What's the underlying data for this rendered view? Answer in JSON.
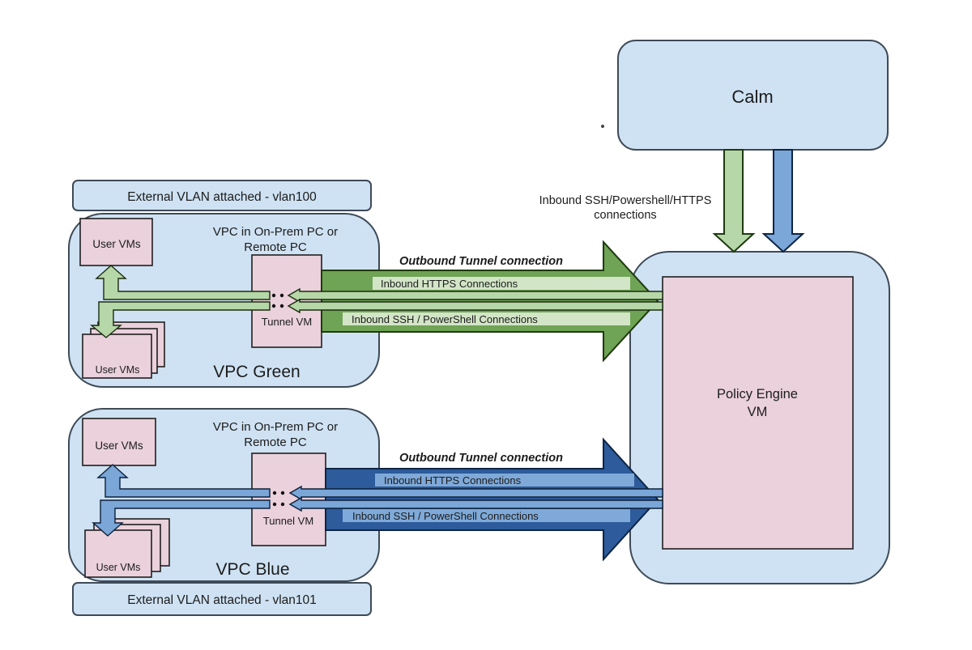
{
  "colors": {
    "container_fill": "#cfe2f3",
    "node_fill": "#ead1dc",
    "green_arrow": "#6fa355",
    "green_bar": "#d2e5c6",
    "green_light": "#b6d7a8",
    "blue_arrow": "#2d5b9b",
    "blue_bar": "#7fa9d8",
    "blue_light": "#7aa6d8",
    "text": "#1c1c1c"
  },
  "calm": {
    "label": "Calm"
  },
  "inbound_note": {
    "line1": "Inbound SSH/Powershell/HTTPS",
    "line2": "connections"
  },
  "policy_engine": {
    "line1": "Policy Engine",
    "line2": "VM"
  },
  "green": {
    "vlan": "External VLAN attached - vlan100",
    "location_line1": "VPC in On-Prem PC or",
    "location_line2": "Remote PC",
    "user_vms": "User VMs",
    "user_vms_stack": "User VMs",
    "tunnel": "Tunnel VM",
    "name": "VPC Green",
    "outbound": "Outbound Tunnel connection",
    "https": "Inbound HTTPS Connections",
    "ssh": "Inbound SSH / PowerShell Connections"
  },
  "blue": {
    "vlan": "External VLAN attached - vlan101",
    "location_line1": "VPC in On-Prem PC or",
    "location_line2": "Remote PC",
    "user_vms": "User VMs",
    "user_vms_stack": "User VMs",
    "tunnel": "Tunnel VM",
    "name": "VPC Blue",
    "outbound": "Outbound Tunnel connection",
    "https": "Inbound HTTPS Connections",
    "ssh": "Inbound SSH / PowerShell Connections"
  }
}
